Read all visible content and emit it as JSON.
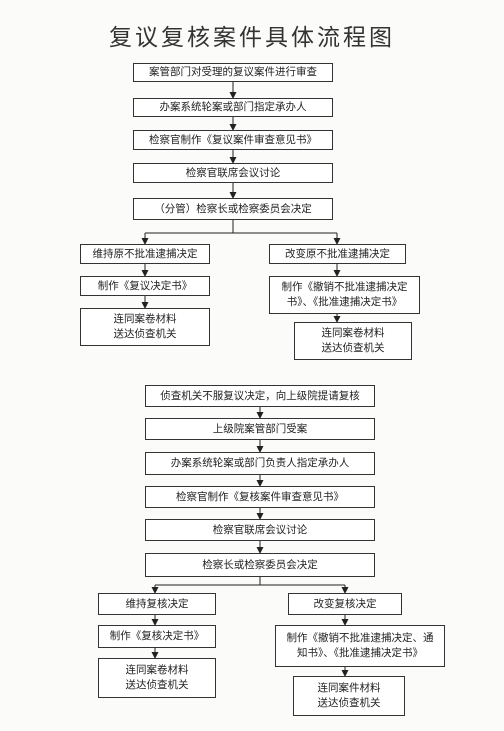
{
  "title": "复议复核案件具体流程图",
  "steps": {
    "s1": "案管部门对受理的复议案件进行审查",
    "s2": "办案系统轮案或部门指定承办人",
    "s3": "检察官制作《复议案件审查意见书》",
    "s4": "检察官联席会议讨论",
    "s5": "（分管）检察长或检察委员会决定",
    "l1": "维持原不批准逮捕决定",
    "l2": "制作《复议决定书》",
    "l3a": "连同案卷材料",
    "l3b": "送达侦查机关",
    "r1": "改变原不批准逮捕决定",
    "r2a": "制作《撤销不批准逮捕决定",
    "r2b": "书》、《批准逮捕决定书》",
    "r3a": "连同案卷材料",
    "r3b": "送达侦查机关",
    "m1": "侦查机关不服复议决定，向上级院提请复核",
    "m2": "上级院案管部门受案",
    "m3": "办案系统轮案或部门负责人指定承办人",
    "m4": "检察官制作《复核案件审查意见书》",
    "m5": "检察官联席会议讨论",
    "m6": "检察长或检察委员会决定",
    "ll1": "维持复核决定",
    "ll2": "制作《复核决定书》",
    "ll3a": "连同案卷材料",
    "ll3b": "送达侦查机关",
    "rr1": "改变复核决定",
    "rr2a": "制作《撤销不批准逮捕决定、通",
    "rr2b": "知书》、《批准逮捕决定书》",
    "rr3a": "连同案件材料",
    "rr3b": "送达侦查机关"
  }
}
